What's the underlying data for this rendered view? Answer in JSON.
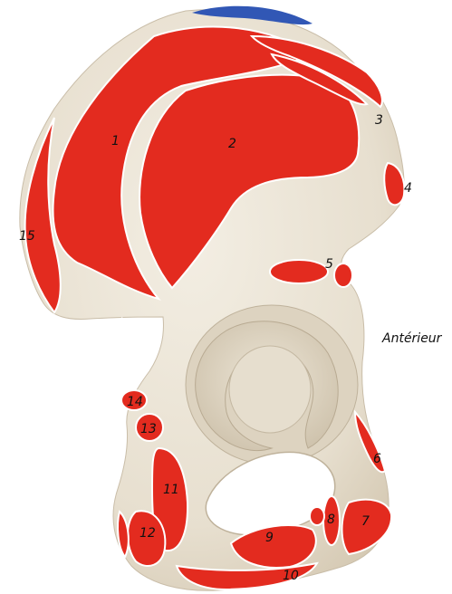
{
  "figure": {
    "side_label": "Antérieur",
    "colors": {
      "bone": "#ece6d8",
      "bone_shadow": "#d9cfbd",
      "bone_dark": "#c9bda8",
      "muscle": "#e32b1f",
      "muscle_border": "#ffffff",
      "tendon_blue": "#3157b5",
      "background": "#ffffff"
    },
    "labels": [
      "1",
      "2",
      "3",
      "4",
      "5",
      "6",
      "7",
      "8",
      "9",
      "10",
      "11",
      "12",
      "13",
      "14",
      "15"
    ]
  }
}
